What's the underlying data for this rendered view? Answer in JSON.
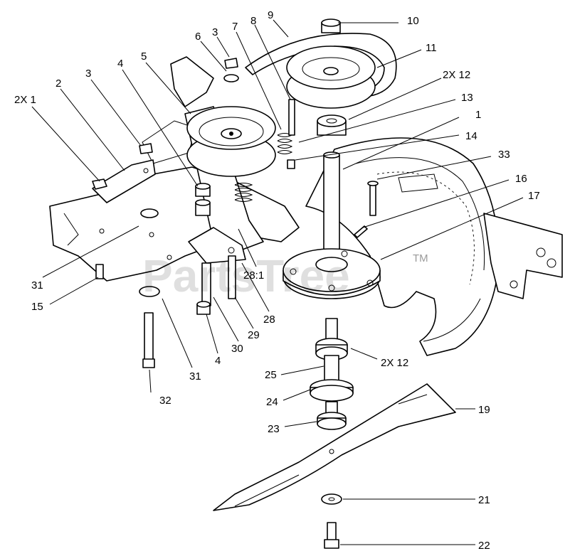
{
  "watermark": "PartsTree",
  "watermark_mark": "TM",
  "callouts": {
    "c_2x1": "2X 1",
    "c_2": "2",
    "c_3a": "3",
    "c_4a": "4",
    "c_5": "5",
    "c_6": "6",
    "c_3b": "3",
    "c_7": "7",
    "c_8": "8",
    "c_9": "9",
    "c_10": "10",
    "c_11": "11",
    "c_2x12a": "2X 12",
    "c_13": "13",
    "c_1": "1",
    "c_14": "14",
    "c_33": "33",
    "c_16": "16",
    "c_17": "17",
    "c_31a": "31",
    "c_15": "15",
    "c_281": "28:1",
    "c_28": "28",
    "c_29": "29",
    "c_30": "30",
    "c_4b": "4",
    "c_31b": "31",
    "c_32": "32",
    "c_2x12b": "2X 12",
    "c_25": "25",
    "c_24": "24",
    "c_23": "23",
    "c_19": "19",
    "c_21": "21",
    "c_22": "22"
  }
}
